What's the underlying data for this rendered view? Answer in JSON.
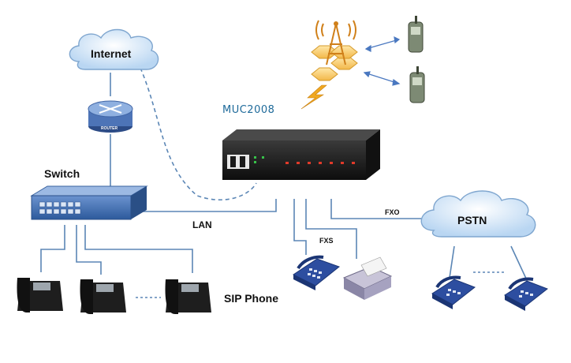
{
  "diagram": {
    "device_label": "MUC2008",
    "internet_label": "Internet",
    "router_text": "ROUTER",
    "switch_label": "Switch",
    "lan_label": "LAN",
    "fxs_label": "FXS",
    "fxo_label": "FXO",
    "pstn_label": "PSTN",
    "sip_phone_label": "SIP Phone"
  },
  "colors": {
    "link": "#5b86b5",
    "cloud": "#cfe3f7",
    "cloud_edge": "#7fa6cf",
    "device": "#1a1a1a",
    "switch_body": "#3e6fb2",
    "tower": "#e39a2a",
    "phone_blue": "#2d4ea0",
    "title": "#1e6a9a"
  }
}
